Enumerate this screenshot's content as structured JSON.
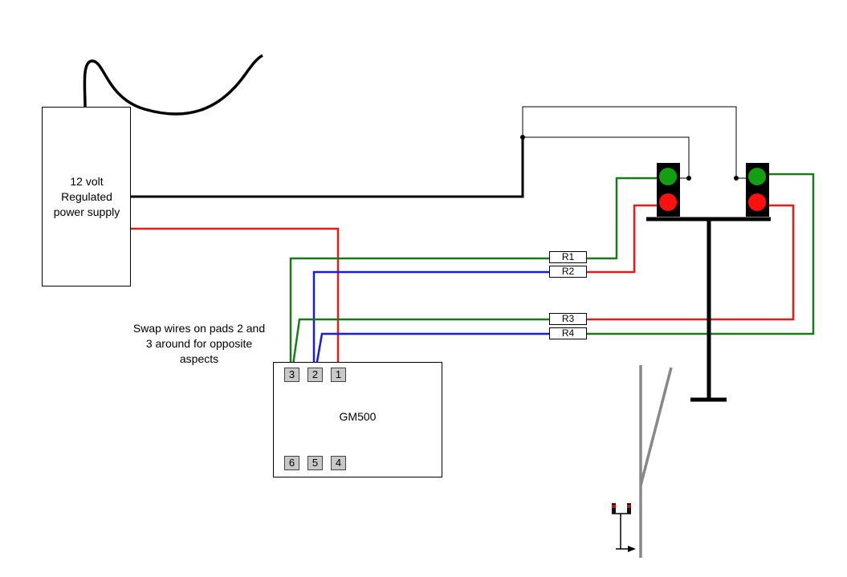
{
  "power_supply": {
    "label_line1": "12 volt",
    "label_line2": "Regulated",
    "label_line3": "power supply"
  },
  "controller": {
    "label": "GM500",
    "pads_top": [
      "3",
      "2",
      "1"
    ],
    "pads_bottom": [
      "6",
      "5",
      "4"
    ]
  },
  "resistors": [
    "R1",
    "R2",
    "R3",
    "R4"
  ],
  "note": {
    "line1": "Swap wires on pads 2 and",
    "line2": "3 around for opposite",
    "line3": "aspects"
  },
  "colors": {
    "wire_green": "#1a7a1a",
    "wire_red": "#e01e1e",
    "wire_blue": "#1a1ae0",
    "wire_black": "#000000",
    "lamp_green": "#12a012",
    "lamp_red": "#ff1010",
    "track_grey": "#888888"
  }
}
